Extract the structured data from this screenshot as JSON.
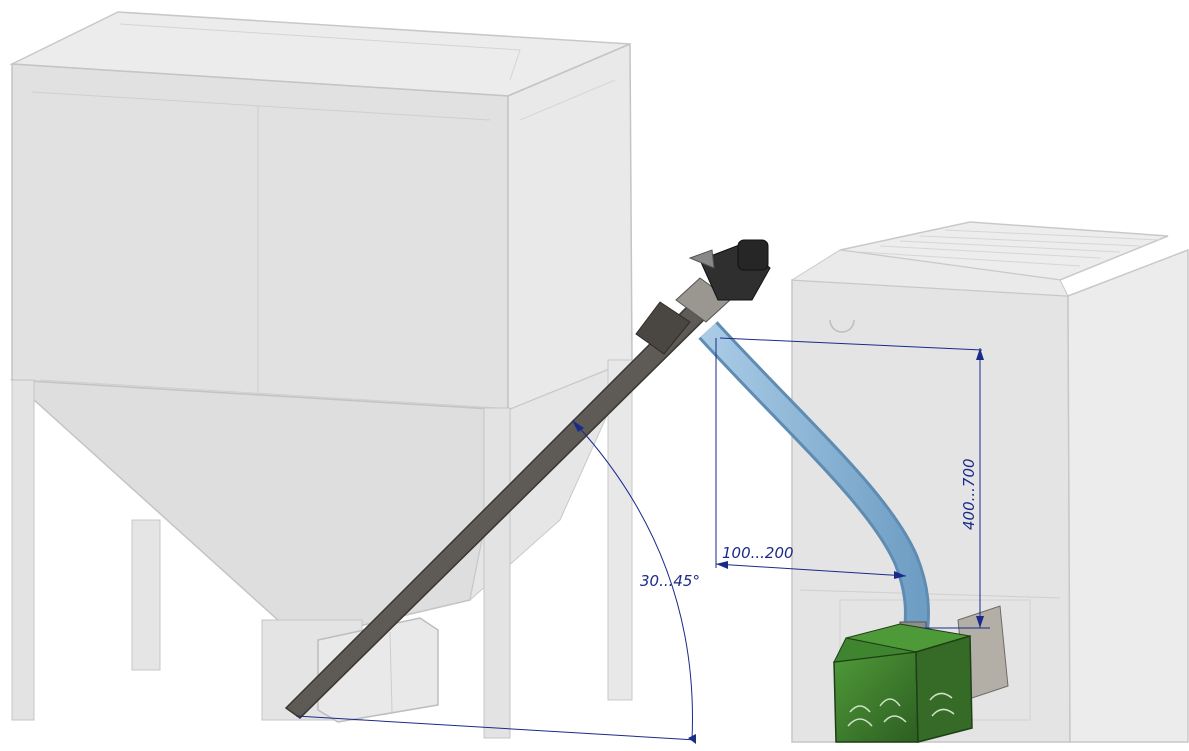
{
  "diagram": {
    "dimensions": {
      "angle_label": "30...45°",
      "horizontal_offset_label": "100...200",
      "vertical_height_label": "400...700"
    },
    "colors": {
      "hopper": "#e2e2e2",
      "hopper_edge": "#c4c4c4",
      "auger_tube": "#6e6a66",
      "motor": "#2b2b2b",
      "hose": "#8fb6d6",
      "burner": "#3f7d2e",
      "boiler": "#e6e6e6",
      "dimension_line": "#1a2a8a"
    }
  }
}
